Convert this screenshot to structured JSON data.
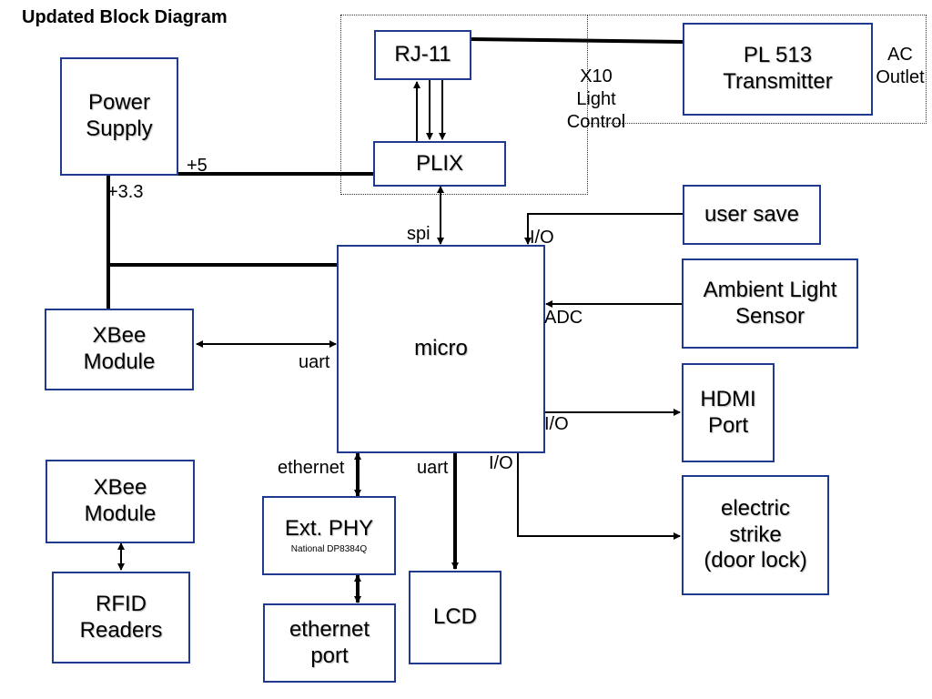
{
  "title": "Updated Block Diagram",
  "blocks": {
    "power_supply": [
      "Power",
      "Supply"
    ],
    "rj11": [
      "RJ-11"
    ],
    "plix": [
      "PLIX"
    ],
    "pl513": [
      "PL 513",
      "Transmitter"
    ],
    "user_save": [
      "user save"
    ],
    "ambient_light": [
      "Ambient Light",
      "Sensor"
    ],
    "xbee_top": [
      "XBee",
      "Module"
    ],
    "micro": [
      "micro"
    ],
    "hdmi": [
      "HDMI",
      "Port"
    ],
    "xbee_bottom": [
      "XBee",
      "Module"
    ],
    "ext_phy": [
      "Ext. PHY"
    ],
    "ext_phy_sub": "National DP8384Q",
    "electric_strike": [
      "electric",
      "strike",
      "(door lock)"
    ],
    "rfid": [
      "RFID",
      "Readers"
    ],
    "ethernet_port": [
      "ethernet",
      "port"
    ],
    "lcd": [
      "LCD"
    ]
  },
  "labels": {
    "ac_outlet": [
      "AC",
      "Outlet"
    ],
    "x10_light_control": [
      "X10",
      "Light",
      "Control"
    ],
    "plus5": "+5",
    "plus33": "+3.3",
    "spi": "spi",
    "io_user_save": "I/O",
    "adc": "ADC",
    "uart_xbee": "uart",
    "io_hdmi": "I/O",
    "io_strike": "I/O",
    "ethernet": "ethernet",
    "uart_lcd": "uart"
  },
  "colors": {
    "box_border": "#1f3a8f",
    "wire": "#000000"
  }
}
